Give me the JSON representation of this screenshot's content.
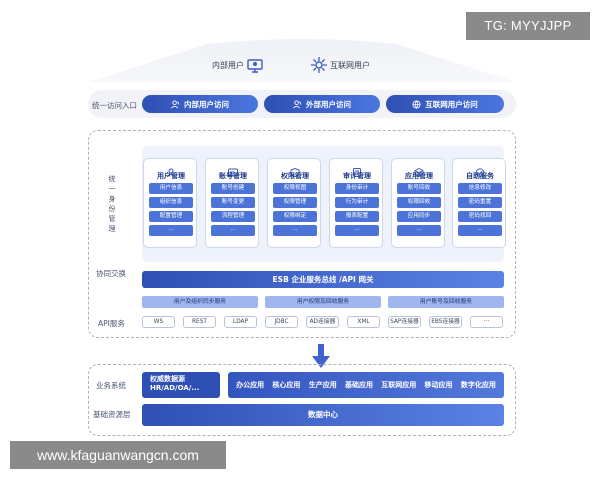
{
  "watermark_top": "TG: MYYJJPP",
  "watermark_bottom": "www.kfaguanwangcn.com",
  "users": {
    "internal": "内部用户",
    "internet": "互联网用户"
  },
  "entry": {
    "label": "统一访问入口",
    "internal": "内部用户访问",
    "external": "外部用户访问",
    "internet": "互联网用户访问"
  },
  "identity_label": [
    "统",
    "一",
    "身",
    "份",
    "管",
    "理"
  ],
  "cards": [
    {
      "title": "用户管理",
      "items": [
        "用户信息",
        "组织信息",
        "配置管理",
        "···"
      ]
    },
    {
      "title": "账号管理",
      "items": [
        "账号创建",
        "账号变更",
        "流程管理",
        "···"
      ]
    },
    {
      "title": "权限管理",
      "items": [
        "权限视图",
        "权限管理",
        "权限绑定",
        "···"
      ]
    },
    {
      "title": "审计管理",
      "items": [
        "身份审计",
        "行为审计",
        "报表配置",
        "···"
      ]
    },
    {
      "title": "应用管理",
      "items": [
        "账号回收",
        "权限回收",
        "应用同步",
        "···"
      ]
    },
    {
      "title": "自助服务",
      "items": [
        "信息修改",
        "密码重置",
        "密码找回",
        "···"
      ]
    }
  ],
  "collab_label": "协同交换",
  "esb": "ESB 企业服务总线 /API 网关",
  "sync": [
    "用户及组织同步服务",
    "用户权限及回收服务",
    "用户账号及回收服务"
  ],
  "api_label": "API服务",
  "apis": [
    "WS",
    "REST",
    "LDAP",
    "JDBC",
    "AD连接器",
    "XML",
    "SAP连接器",
    "EBS连接器",
    "···"
  ],
  "business_label": "业务系统",
  "business_left": [
    "权威数据源",
    "HR/AD/OA/..."
  ],
  "business_apps": [
    "办公应用",
    "核心应用",
    "生产应用",
    "基础应用",
    "互联网应用",
    "移动应用",
    "数字化应用"
  ],
  "infra_label": "基础资源层",
  "datacenter": "数据中心",
  "colors": {
    "primary": "#2f50b5",
    "light": "#9fb6ee",
    "panel": "#eef2fb"
  }
}
